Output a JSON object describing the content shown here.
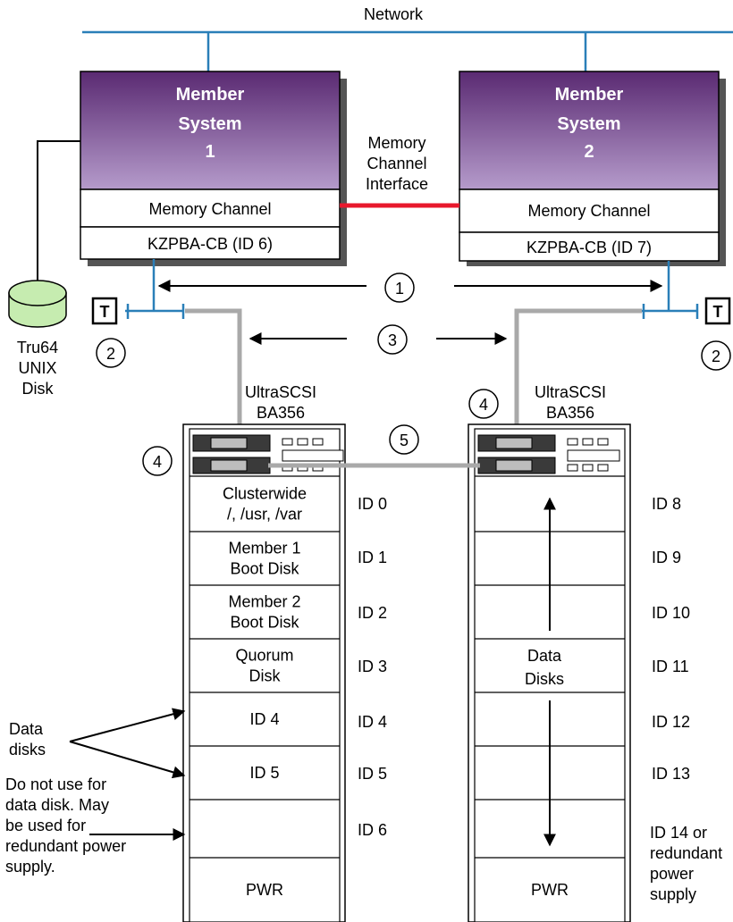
{
  "network": {
    "label": "Network"
  },
  "members": [
    {
      "title": [
        "Member",
        "System",
        "1"
      ],
      "channel": "Memory Channel",
      "adapter": "KZPBA-CB (ID 6)"
    },
    {
      "title": [
        "Member",
        "System",
        "2"
      ],
      "channel": "Memory Channel",
      "adapter": "KZPBA-CB (ID 7)"
    }
  ],
  "interconnect": {
    "lines": [
      "Memory",
      "Channel",
      "Interface"
    ]
  },
  "terminators": {
    "label": "T"
  },
  "callouts": [
    "1",
    "2",
    "3",
    "4",
    "5"
  ],
  "system_disk": {
    "lines": [
      "Tru64",
      "UNIX",
      "Disk"
    ]
  },
  "storage_left": {
    "title": [
      "UltraSCSI",
      "BA356"
    ],
    "slots": [
      {
        "lines": [
          "Clusterwide",
          "/, /usr, /var"
        ],
        "id": "ID 0"
      },
      {
        "lines": [
          "Member 1",
          "Boot Disk"
        ],
        "id": "ID 1"
      },
      {
        "lines": [
          "Member 2",
          "Boot Disk"
        ],
        "id": "ID 2"
      },
      {
        "lines": [
          "Quorum",
          "Disk"
        ],
        "id": "ID 3"
      },
      {
        "lines": [
          "ID 4"
        ],
        "id": "ID 4"
      },
      {
        "lines": [
          "ID 5"
        ],
        "id": "ID 5"
      },
      {
        "lines": [],
        "id": "ID 6"
      },
      {
        "lines": [
          "PWR"
        ],
        "id": ""
      }
    ]
  },
  "storage_right": {
    "title": [
      "UltraSCSI",
      "BA356"
    ],
    "data_label": [
      "Data",
      "Disks"
    ],
    "pwr": "PWR",
    "ids": [
      "ID 8",
      "ID 9",
      "ID 10",
      "ID 11",
      "ID 12",
      "ID 13"
    ],
    "last_id": [
      "ID 14 or",
      "redundant",
      "power",
      "supply"
    ]
  },
  "notes": {
    "data_disks": [
      "Data",
      "disks"
    ],
    "do_not_use": [
      "Do not use for",
      "data disk.  May",
      "be used for",
      "redundant power",
      "supply."
    ]
  },
  "colors": {
    "network": "#2a7fb8",
    "interconnect": "#e8182c",
    "scsi_cable": "#a9a9a9",
    "member_top": "#5a2a72",
    "member_bottom": "#b59bcb",
    "disk_fill": "#c6ecb0"
  }
}
